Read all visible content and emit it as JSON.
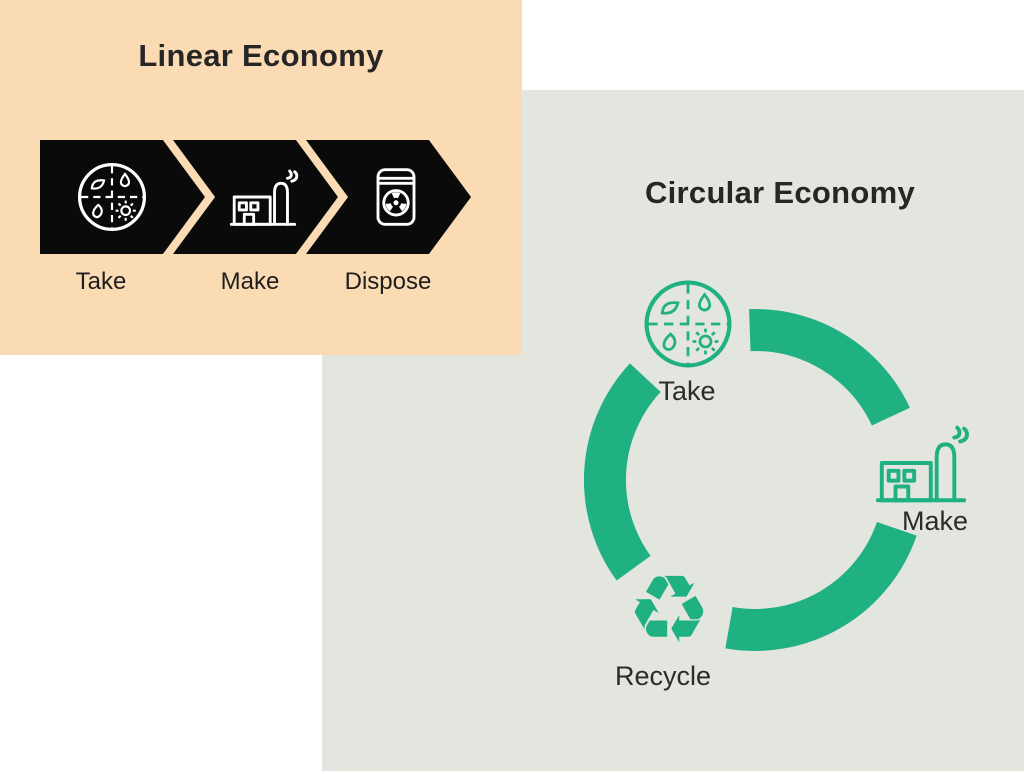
{
  "linear_panel": {
    "title": "Linear Economy",
    "steps": [
      {
        "label": "Take",
        "icon": "natural-resources-icon"
      },
      {
        "label": "Make",
        "icon": "factory-icon"
      },
      {
        "label": "Dispose",
        "icon": "radioactive-waste-icon"
      }
    ]
  },
  "circular_panel": {
    "title": "Circular Economy",
    "steps": [
      {
        "label": "Take",
        "icon": "natural-resources-icon"
      },
      {
        "label": "Make",
        "icon": "factory-icon"
      },
      {
        "label": "Recycle",
        "icon": "recycling-arrows-icon"
      }
    ]
  },
  "glyphs": {
    "recycle": "♻"
  },
  "colors": {
    "linear_panel_bg": "#fbdbb4",
    "circular_panel_bg": "#e3e5df",
    "arrow_bg": "#0a0a0a",
    "accent_green": "#1fb182",
    "text": "#262626"
  }
}
